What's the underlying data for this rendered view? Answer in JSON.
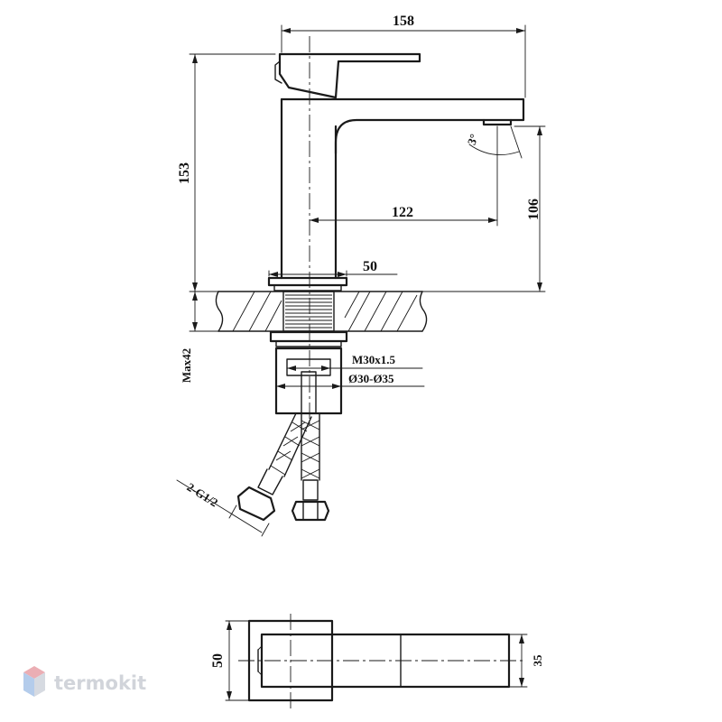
{
  "dimensions": {
    "overall_length": "158",
    "height": "153",
    "spout_reach": "122",
    "spout_height": "106",
    "base_diameter": "50",
    "deck_max_thickness": "Max42",
    "thread": "M30x1.5",
    "hole_diameter": "Ø30-Ø35",
    "hose_connection": "2-G1/2",
    "aerator_angle": "3°",
    "top_view_body_width": "50",
    "top_view_spout_width": "35"
  },
  "watermark": {
    "brand": "termokit",
    "icon": "hexagon-logo-icon",
    "colors": {
      "top": "#e8a0a8",
      "left": "#a8c4e8",
      "right": "#d0d4dc",
      "text": "#c9cdd4"
    }
  }
}
